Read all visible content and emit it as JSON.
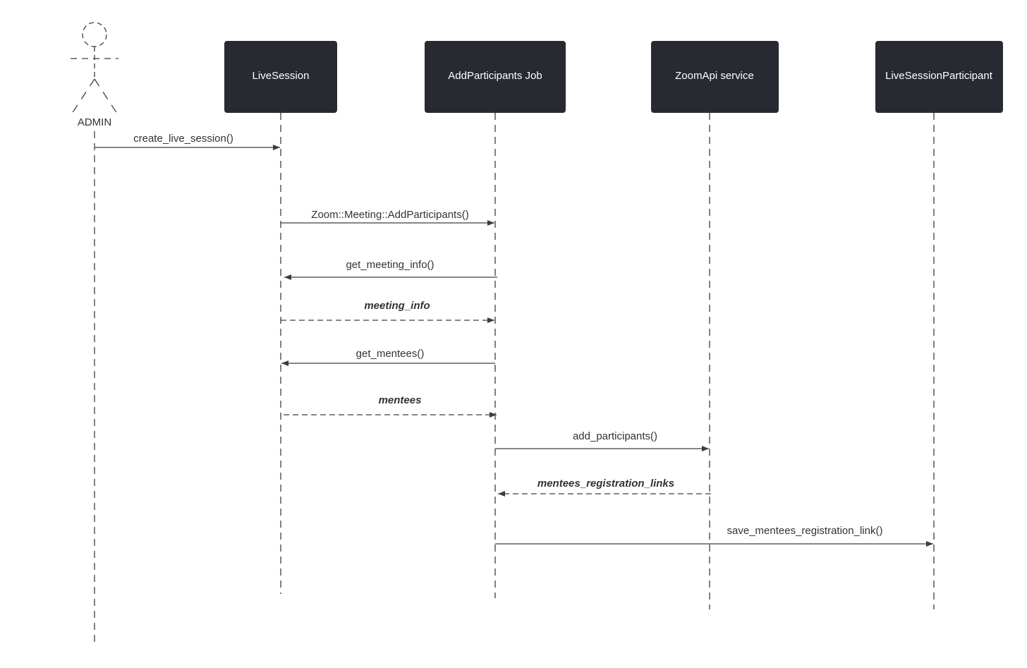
{
  "actor": {
    "label": "ADMIN"
  },
  "participants": [
    {
      "label": "LiveSession"
    },
    {
      "label": "AddParticipants Job"
    },
    {
      "label": "ZoomApi service"
    },
    {
      "label": "LiveSessionParticipant"
    }
  ],
  "messages": [
    {
      "label": "create_live_session()",
      "from": "actor",
      "to": "p0",
      "kind": "call"
    },
    {
      "label": "Zoom::Meeting::AddParticipants()",
      "from": "p0",
      "to": "p1",
      "kind": "call"
    },
    {
      "label": "get_meeting_info()",
      "from": "p1",
      "to": "p0",
      "kind": "call"
    },
    {
      "label": "meeting_info",
      "from": "p0",
      "to": "p1",
      "kind": "return"
    },
    {
      "label": "get_mentees()",
      "from": "p1",
      "to": "p0",
      "kind": "call"
    },
    {
      "label": "mentees",
      "from": "p0",
      "to": "p1",
      "kind": "return"
    },
    {
      "label": "add_participants()",
      "from": "p1",
      "to": "p2",
      "kind": "call"
    },
    {
      "label": "mentees_registration_links",
      "from": "p2",
      "to": "p1",
      "kind": "return"
    },
    {
      "label": "save_mentees_registration_link()",
      "from": "p1",
      "to": "p3",
      "kind": "call"
    }
  ],
  "colors": {
    "box": "#272a30",
    "line": "#3a3d44",
    "text": "#2f3338",
    "box_text": "#ffffff"
  }
}
